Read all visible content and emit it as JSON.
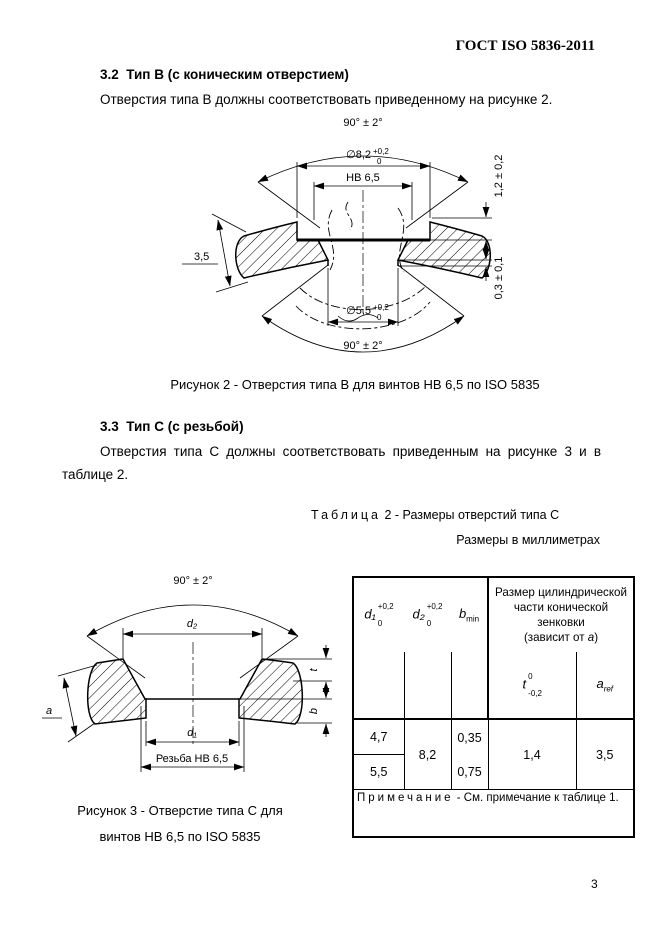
{
  "doc_header": "ГОСТ ISO 5836-2011",
  "page_number": "3",
  "section_b": {
    "heading": "3.2  Тип В (с коническим отверстием)",
    "body": "Отверстия типа В должны соответствовать приведенному на рисунке 2."
  },
  "figure2": {
    "caption": "Рисунок 2 - Отверстия типа В для винтов НВ 6,5 по ISO 5835",
    "angle_top": "90° ± 2°",
    "angle_bottom": "90° ± 2°",
    "dia_top": "∅8,2",
    "dia_top_tol_upper": "+0,2",
    "dia_top_tol_lower": "0",
    "screw_label": "НВ 6,5",
    "thickness": "3,5",
    "recess_depth": "1,2 ± 0,2",
    "land_height": "0,3 ± 0,1",
    "dia_bottom": "∅5,5",
    "dia_bottom_tol_upper": "+0,2",
    "dia_bottom_tol_lower": "0"
  },
  "section_c": {
    "heading": "3.3  Тип С (с резьбой)",
    "body_line1": "Отверстия типа С должны соответствовать приведенным на рисунке 3 и в",
    "body_line2": "таблице 2."
  },
  "table2": {
    "title_word": "Таблица",
    "title_rest": "2 - Размеры отверстий типа С",
    "units_note": "Размеры в миллиметрах",
    "col_d1": "d₁",
    "col_d1_tol_upper": "+0,2",
    "col_d1_tol_lower": "0",
    "col_d2": "d₂",
    "col_d2_tol_upper": "+0,2",
    "col_d2_tol_lower": "0",
    "col_b": "b",
    "col_b_sub": "min",
    "col_group": "Размер цилиндрической части конической зенковки",
    "col_group_sub_pre": "(зависит от ",
    "col_group_sub_var": "a",
    "col_group_sub_post": ")",
    "col_t": "t",
    "col_t_tol_upper": "0",
    "col_t_tol_lower": "-0,2",
    "col_aref": "a",
    "col_aref_sub": "ref",
    "rows": {
      "d1_1": "4,7",
      "d1_2": "5,5",
      "d2": "8,2",
      "b_1": "0,35",
      "b_2": "0,75",
      "t": "1,4",
      "aref": "3,5"
    },
    "note_word": "Примечание",
    "note_rest": " - См. примечание к таблице 1."
  },
  "figure3": {
    "caption_line1": "Рисунок 3 - Отверстие типа С для",
    "caption_line2": "винтов НВ 6,5 по ISO 5835",
    "angle_top": "90° ± 2°",
    "d2": "d₂",
    "d1": "d₁",
    "a": "a",
    "t": "t",
    "b": "b",
    "thread_label": "Резьба НВ 6,5"
  }
}
